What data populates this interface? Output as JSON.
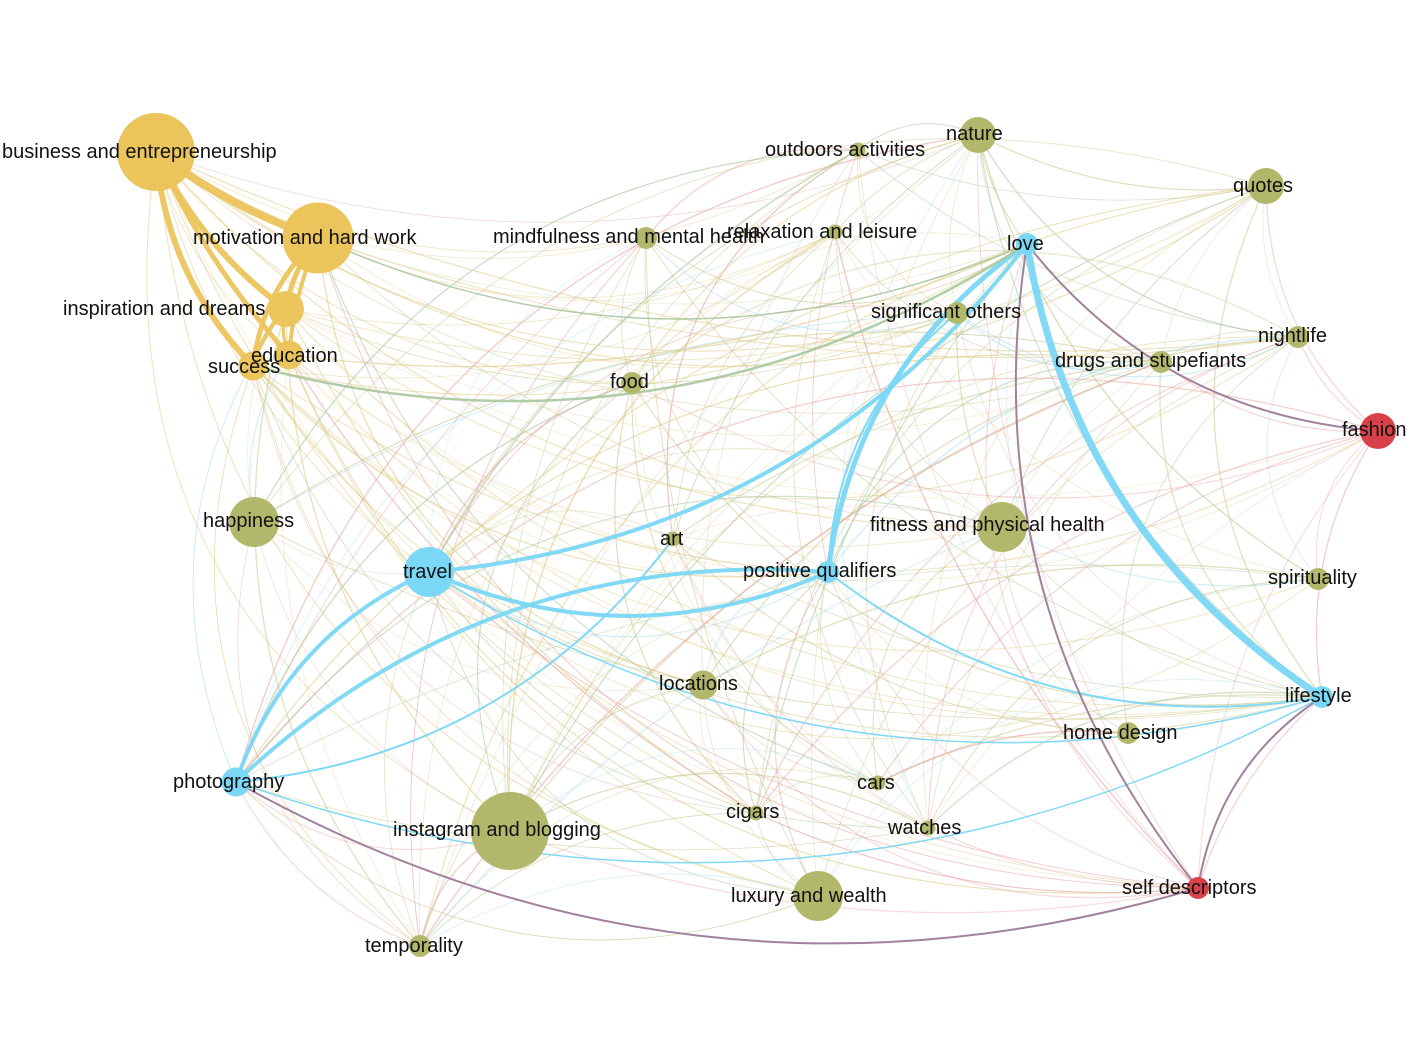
{
  "colors": {
    "gold": "#EBC45C",
    "olive": "#B2B86B",
    "cyan": "#7AD7F5",
    "red": "#D9414A",
    "purple": "#9E7A98",
    "faint_olive": "#C7C98F",
    "faint_gold": "#DCC87E",
    "faint_red": "#E7A29F",
    "faint_cyan": "#A6DDF0",
    "faint_green": "#A9C79E"
  },
  "nodes": [
    {
      "id": "business",
      "label": "business and entrepreneurship",
      "color": "gold",
      "weight": 10
    },
    {
      "id": "motivation",
      "label": "motivation and hard work",
      "color": "gold",
      "weight": 9
    },
    {
      "id": "inspiration",
      "label": "inspiration and dreams",
      "color": "gold",
      "weight": 4
    },
    {
      "id": "education",
      "label": "education",
      "color": "gold",
      "weight": 3
    },
    {
      "id": "success",
      "label": "success",
      "color": "gold",
      "weight": 3
    },
    {
      "id": "nature",
      "label": "nature",
      "color": "olive",
      "weight": 4
    },
    {
      "id": "outdoors",
      "label": "outdoors activities",
      "color": "olive",
      "weight": 1
    },
    {
      "id": "quotes",
      "label": "quotes",
      "color": "olive",
      "weight": 4
    },
    {
      "id": "mindfulness",
      "label": "mindfulness and mental health",
      "color": "olive",
      "weight": 2
    },
    {
      "id": "relaxation",
      "label": "relaxation and leisure",
      "color": "olive",
      "weight": 1
    },
    {
      "id": "love",
      "label": "love",
      "color": "cyan",
      "weight": 2
    },
    {
      "id": "significant",
      "label": "significant others",
      "color": "olive",
      "weight": 2
    },
    {
      "id": "nightlife",
      "label": "nightlife",
      "color": "olive",
      "weight": 2
    },
    {
      "id": "drugs",
      "label": "drugs and stupefiants",
      "color": "olive",
      "weight": 2
    },
    {
      "id": "food",
      "label": "food",
      "color": "olive",
      "weight": 2
    },
    {
      "id": "fashion",
      "label": "fashion",
      "color": "red",
      "weight": 4
    },
    {
      "id": "happiness",
      "label": "happiness",
      "color": "olive",
      "weight": 6
    },
    {
      "id": "fitness",
      "label": "fitness and physical health",
      "color": "olive",
      "weight": 6
    },
    {
      "id": "art",
      "label": "art",
      "color": "olive",
      "weight": 1
    },
    {
      "id": "travel",
      "label": "travel",
      "color": "cyan",
      "weight": 6
    },
    {
      "id": "positive",
      "label": "positive qualifiers",
      "color": "cyan",
      "weight": 2
    },
    {
      "id": "spirituality",
      "label": "spirituality",
      "color": "olive",
      "weight": 2
    },
    {
      "id": "locations",
      "label": "locations",
      "color": "olive",
      "weight": 3
    },
    {
      "id": "lifestyle",
      "label": "lifestyle",
      "color": "cyan",
      "weight": 2
    },
    {
      "id": "homedesign",
      "label": "home design",
      "color": "olive",
      "weight": 2
    },
    {
      "id": "photography",
      "label": "photography",
      "color": "cyan",
      "weight": 3
    },
    {
      "id": "cars",
      "label": "cars",
      "color": "olive",
      "weight": 1
    },
    {
      "id": "cigars",
      "label": "cigars",
      "color": "olive",
      "weight": 1
    },
    {
      "id": "watches",
      "label": "watches",
      "color": "olive",
      "weight": 1
    },
    {
      "id": "instagram",
      "label": "instagram and blogging",
      "color": "olive",
      "weight": 10
    },
    {
      "id": "luxury",
      "label": "luxury and wealth",
      "color": "olive",
      "weight": 6
    },
    {
      "id": "selfdesc",
      "label": "self descriptors",
      "color": "red",
      "weight": 2
    },
    {
      "id": "temporality",
      "label": "temporality",
      "color": "olive",
      "weight": 2
    }
  ],
  "strong_edges": [
    {
      "source": "business",
      "target": "motivation",
      "weight": 8,
      "color": "gold"
    },
    {
      "source": "business",
      "target": "inspiration",
      "weight": 6,
      "color": "gold"
    },
    {
      "source": "business",
      "target": "success",
      "weight": 6,
      "color": "gold"
    },
    {
      "source": "business",
      "target": "education",
      "weight": 5,
      "color": "gold"
    },
    {
      "source": "motivation",
      "target": "inspiration",
      "weight": 5,
      "color": "gold"
    },
    {
      "source": "motivation",
      "target": "success",
      "weight": 5,
      "color": "gold"
    },
    {
      "source": "motivation",
      "target": "education",
      "weight": 4,
      "color": "gold"
    },
    {
      "source": "inspiration",
      "target": "success",
      "weight": 4,
      "color": "gold"
    },
    {
      "source": "inspiration",
      "target": "education",
      "weight": 3,
      "color": "gold"
    },
    {
      "source": "travel",
      "target": "love",
      "weight": 4,
      "color": "cyan"
    },
    {
      "source": "travel",
      "target": "positive",
      "weight": 4,
      "color": "cyan"
    },
    {
      "source": "travel",
      "target": "photography",
      "weight": 4,
      "color": "cyan"
    },
    {
      "source": "love",
      "target": "positive",
      "weight": 5,
      "color": "cyan"
    },
    {
      "source": "love",
      "target": "lifestyle",
      "weight": 7,
      "color": "cyan"
    },
    {
      "source": "positive",
      "target": "photography",
      "weight": 4,
      "color": "cyan"
    },
    {
      "source": "photography",
      "target": "art",
      "weight": 2,
      "color": "cyan"
    },
    {
      "source": "positive",
      "target": "lifestyle",
      "weight": 2,
      "color": "cyan"
    },
    {
      "source": "significant",
      "target": "positive",
      "weight": 2,
      "color": "cyan"
    },
    {
      "source": "photography",
      "target": "lifestyle",
      "weight": 1.5,
      "color": "cyan"
    },
    {
      "source": "travel",
      "target": "lifestyle",
      "weight": 1.5,
      "color": "cyan"
    },
    {
      "source": "love",
      "target": "fashion",
      "weight": 2,
      "color": "purple"
    },
    {
      "source": "love",
      "target": "selfdesc",
      "weight": 2,
      "color": "purple"
    },
    {
      "source": "photography",
      "target": "selfdesc",
      "weight": 2,
      "color": "purple"
    },
    {
      "source": "lifestyle",
      "target": "selfdesc",
      "weight": 2,
      "color": "purple"
    },
    {
      "source": "success",
      "target": "love",
      "weight": 2.5,
      "color": "faint_green"
    },
    {
      "source": "motivation",
      "target": "love",
      "weight": 1.5,
      "color": "faint_green"
    }
  ]
}
